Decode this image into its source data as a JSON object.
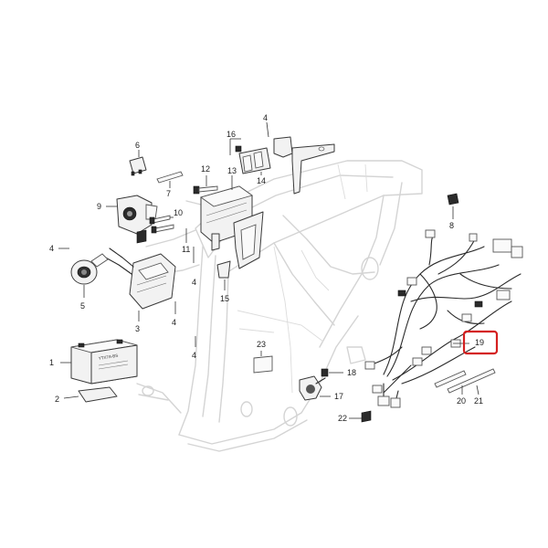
{
  "highlight_color": "#d42020",
  "highlighted_callout": "19",
  "callouts": [
    "1",
    "2",
    "3",
    "4",
    "5",
    "6",
    "7",
    "8",
    "9",
    "10",
    "11",
    "12",
    "13",
    "14",
    "15",
    "16",
    "17",
    "18",
    "19",
    "20",
    "21",
    "22",
    "23"
  ],
  "battery_label": "YTX7A-BS"
}
